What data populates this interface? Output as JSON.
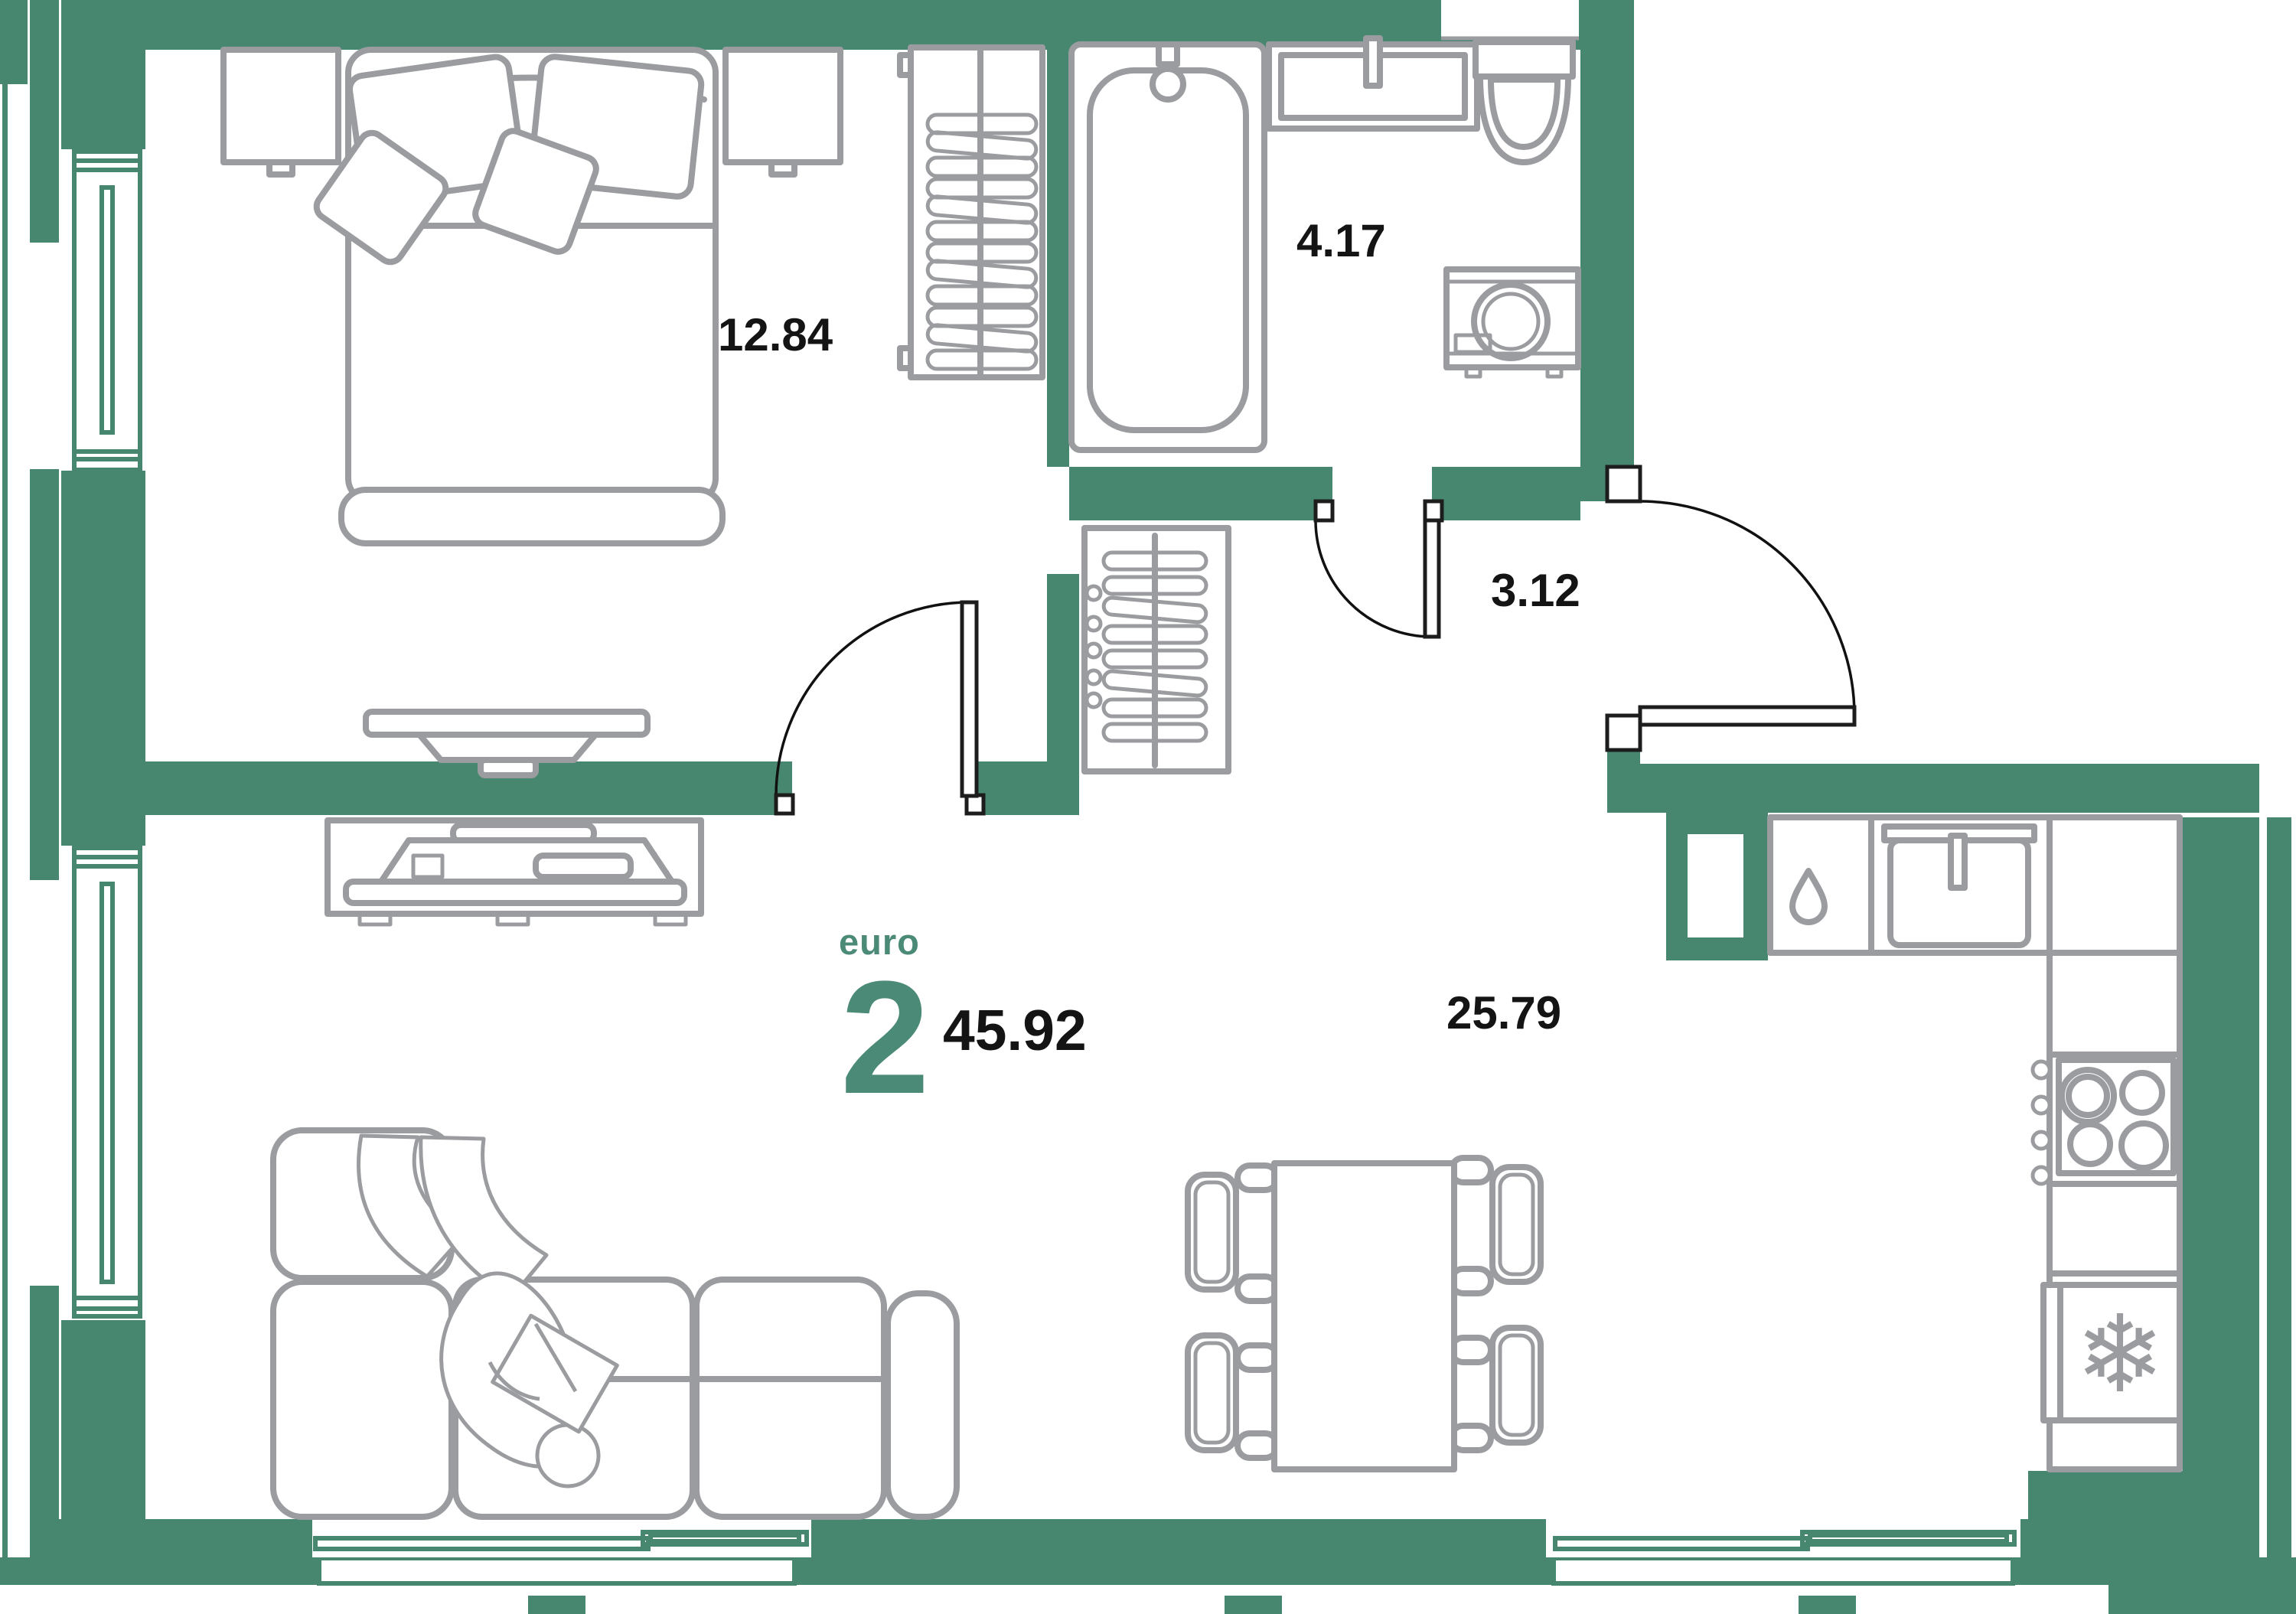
{
  "unit_card": {
    "type_label": "euro",
    "type_number": "2",
    "total_area": "45.92"
  },
  "rooms": [
    {
      "id": "bedroom",
      "area_label": "12.84"
    },
    {
      "id": "bathroom",
      "area_label": "4.17"
    },
    {
      "id": "hallway",
      "area_label": "3.12"
    },
    {
      "id": "living_kitchen",
      "area_label": "25.79"
    }
  ],
  "colors": {
    "wall": "#47876F",
    "furniture_line": "#9A9CA0",
    "label_text": "#141414",
    "accent_text": "#4B8A77",
    "background": "#FFFFFF"
  },
  "icons": {
    "fridge": "snowflake-icon",
    "dishwasher_cabinet": "water-drop-icon"
  }
}
